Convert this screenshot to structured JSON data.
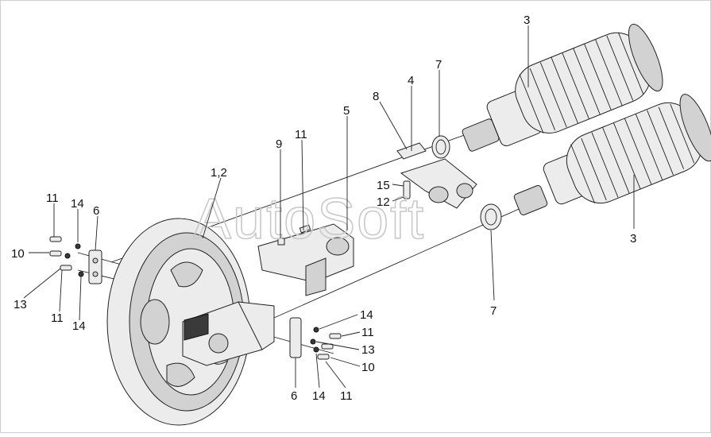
{
  "watermark": "AutoSoft",
  "callouts": {
    "c3_top": "3",
    "c3_right": "3",
    "c7_top": "7",
    "c7_bottom": "7",
    "c4": "4",
    "c8": "8",
    "c5": "5",
    "c9": "9",
    "c11_mid": "11",
    "c12_label": "1,2",
    "c15": "15",
    "c12": "12",
    "c11_left_top": "11",
    "c14_left_top": "14",
    "c6_left": "6",
    "c10_left": "10",
    "c13_left": "13",
    "c11_left_bottom": "11",
    "c14_left_bottom": "14",
    "c14_right_top": "14",
    "c11_right_top": "11",
    "c13_right": "13",
    "c10_right": "10",
    "c6_bottom": "6",
    "c14_bottom": "14",
    "c11_bottom": "11"
  }
}
